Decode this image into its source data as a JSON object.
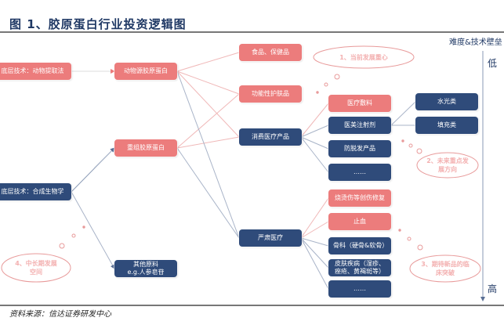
{
  "title": "图 1、胶原蛋白行业投资逻辑图",
  "axis": {
    "label": "难度&技术壁垒",
    "low": "低",
    "high": "高"
  },
  "base": {
    "animal": "底层技术：动物提取法",
    "synth": "底层技术：合成生物学"
  },
  "materials": {
    "animal": "动物源胶原蛋白",
    "recomb": "重组胶原蛋白",
    "other": "其他原料\ne.g.人参皂苷"
  },
  "apps": {
    "food": "食品、保健品",
    "skin": "功能性护肤品",
    "consumer": "消费医疗产品",
    "serious": "严肃医疗"
  },
  "consumer_items": [
    "医疗敷料",
    "医美注射剂",
    "防脱发产品",
    "……"
  ],
  "serious_items": [
    "烧烫伤等创伤修复",
    "止血",
    "骨科（硬骨&软骨）",
    "皮肤疾病（湿疹、痤疮、黄褐斑等）",
    "……"
  ],
  "injection_items": [
    "水光类",
    "填充类"
  ],
  "clouds": [
    "1、当前发展重心",
    "2、未来重点发展方向",
    "3、期待新品的临床突破",
    "4、中长期发展空间"
  ],
  "source": "资料来源：信达证券研发中心",
  "colors": {
    "pink": "#ec7c7c",
    "navy": "#2f4b7a"
  }
}
